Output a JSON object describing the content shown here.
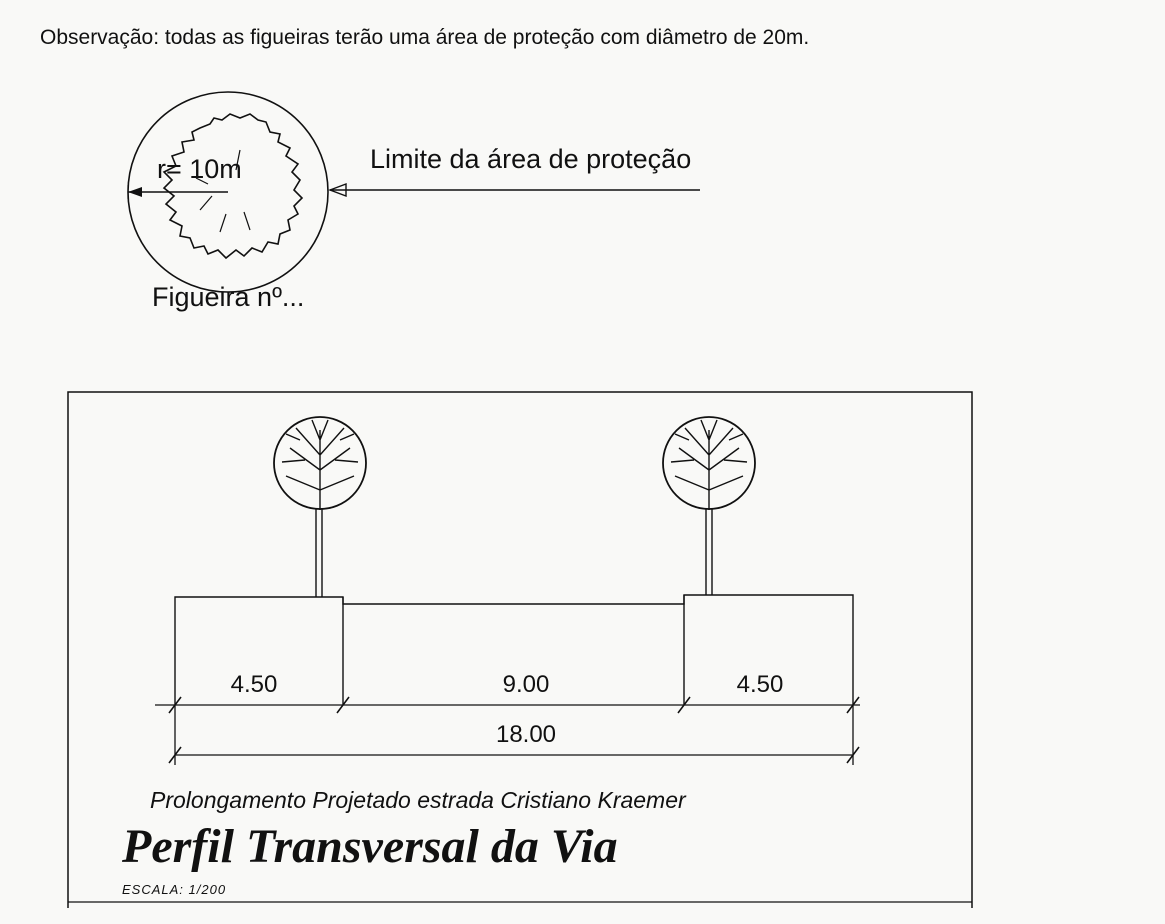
{
  "note": {
    "text": "Observação: todas as figueiras terão uma área de proteção com diâmetro de 20m."
  },
  "legend": {
    "radius_label": "r= 10m",
    "limit_label": "Limite da área de proteção",
    "tree_label": "Figueira nº..."
  },
  "profile": {
    "dimensions": {
      "sidewalk_left": "4.50",
      "roadway": "9.00",
      "sidewalk_right": "4.50",
      "total": "18.00"
    },
    "subtitle": "Prolongamento Projetado estrada Cristiano Kraemer",
    "title": "Perfil Transversal da Via",
    "scale": "ESCALA: 1/200"
  }
}
